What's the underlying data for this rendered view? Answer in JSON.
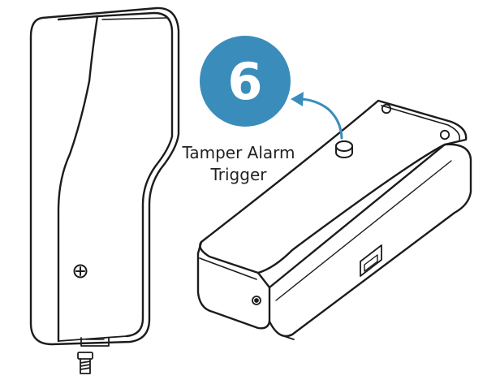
{
  "callout": {
    "number": "6",
    "label_line1": "Tamper Alarm",
    "label_line2": "Trigger"
  },
  "colors": {
    "badge": "#3A8DBB",
    "badge_text": "#ffffff",
    "outline": "#1c1c1c"
  },
  "icons": [
    "tamper-trigger-button",
    "screw-icon",
    "mounting-hole"
  ]
}
